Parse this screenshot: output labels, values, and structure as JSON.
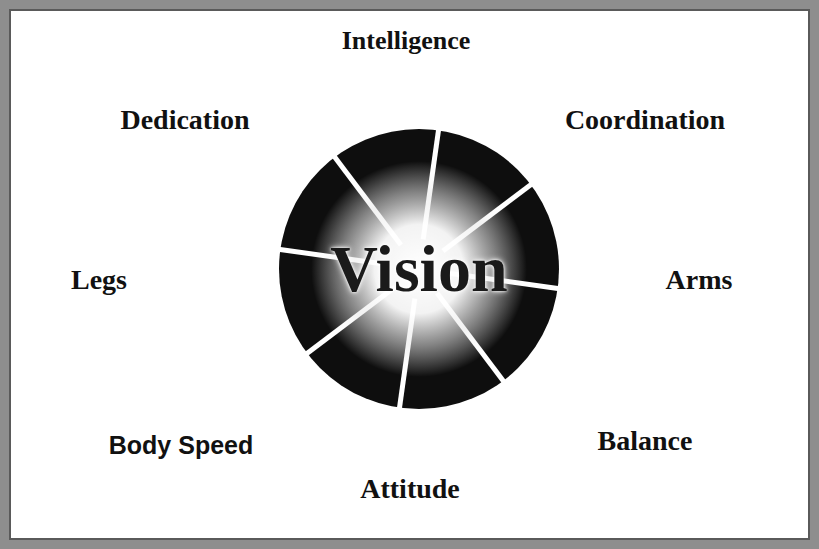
{
  "diagram": {
    "nodes": [
      {
        "text": [
          "Vision"
        ]
      }
    ],
    "labels": [
      "Intelligence",
      "Dedication",
      "Coordination",
      "Legs",
      "Arms",
      "Body Speed",
      "Balance",
      "Attitude"
    ]
  }
}
